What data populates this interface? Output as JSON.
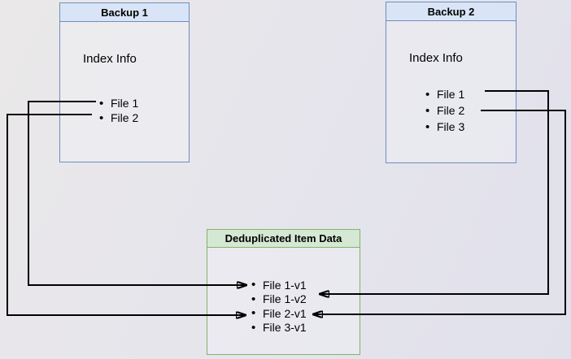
{
  "colors": {
    "blueFill": "#d9e5f7",
    "blueBorder": "#6c8ebf",
    "greenFill": "#d5e8d4",
    "greenBorder": "#82b366",
    "connector": "#000000"
  },
  "backup1": {
    "title": "Backup 1",
    "subtitle": "Index Info",
    "files": [
      "File 1",
      "File 2"
    ]
  },
  "backup2": {
    "title": "Backup 2",
    "subtitle": "Index Info",
    "files": [
      "File 1",
      "File 2",
      "File 3"
    ]
  },
  "dedup": {
    "title": "Deduplicated Item Data",
    "items": [
      "File 1-v1",
      "File 1-v2",
      "File 2-v1",
      "File 3-v1"
    ]
  }
}
